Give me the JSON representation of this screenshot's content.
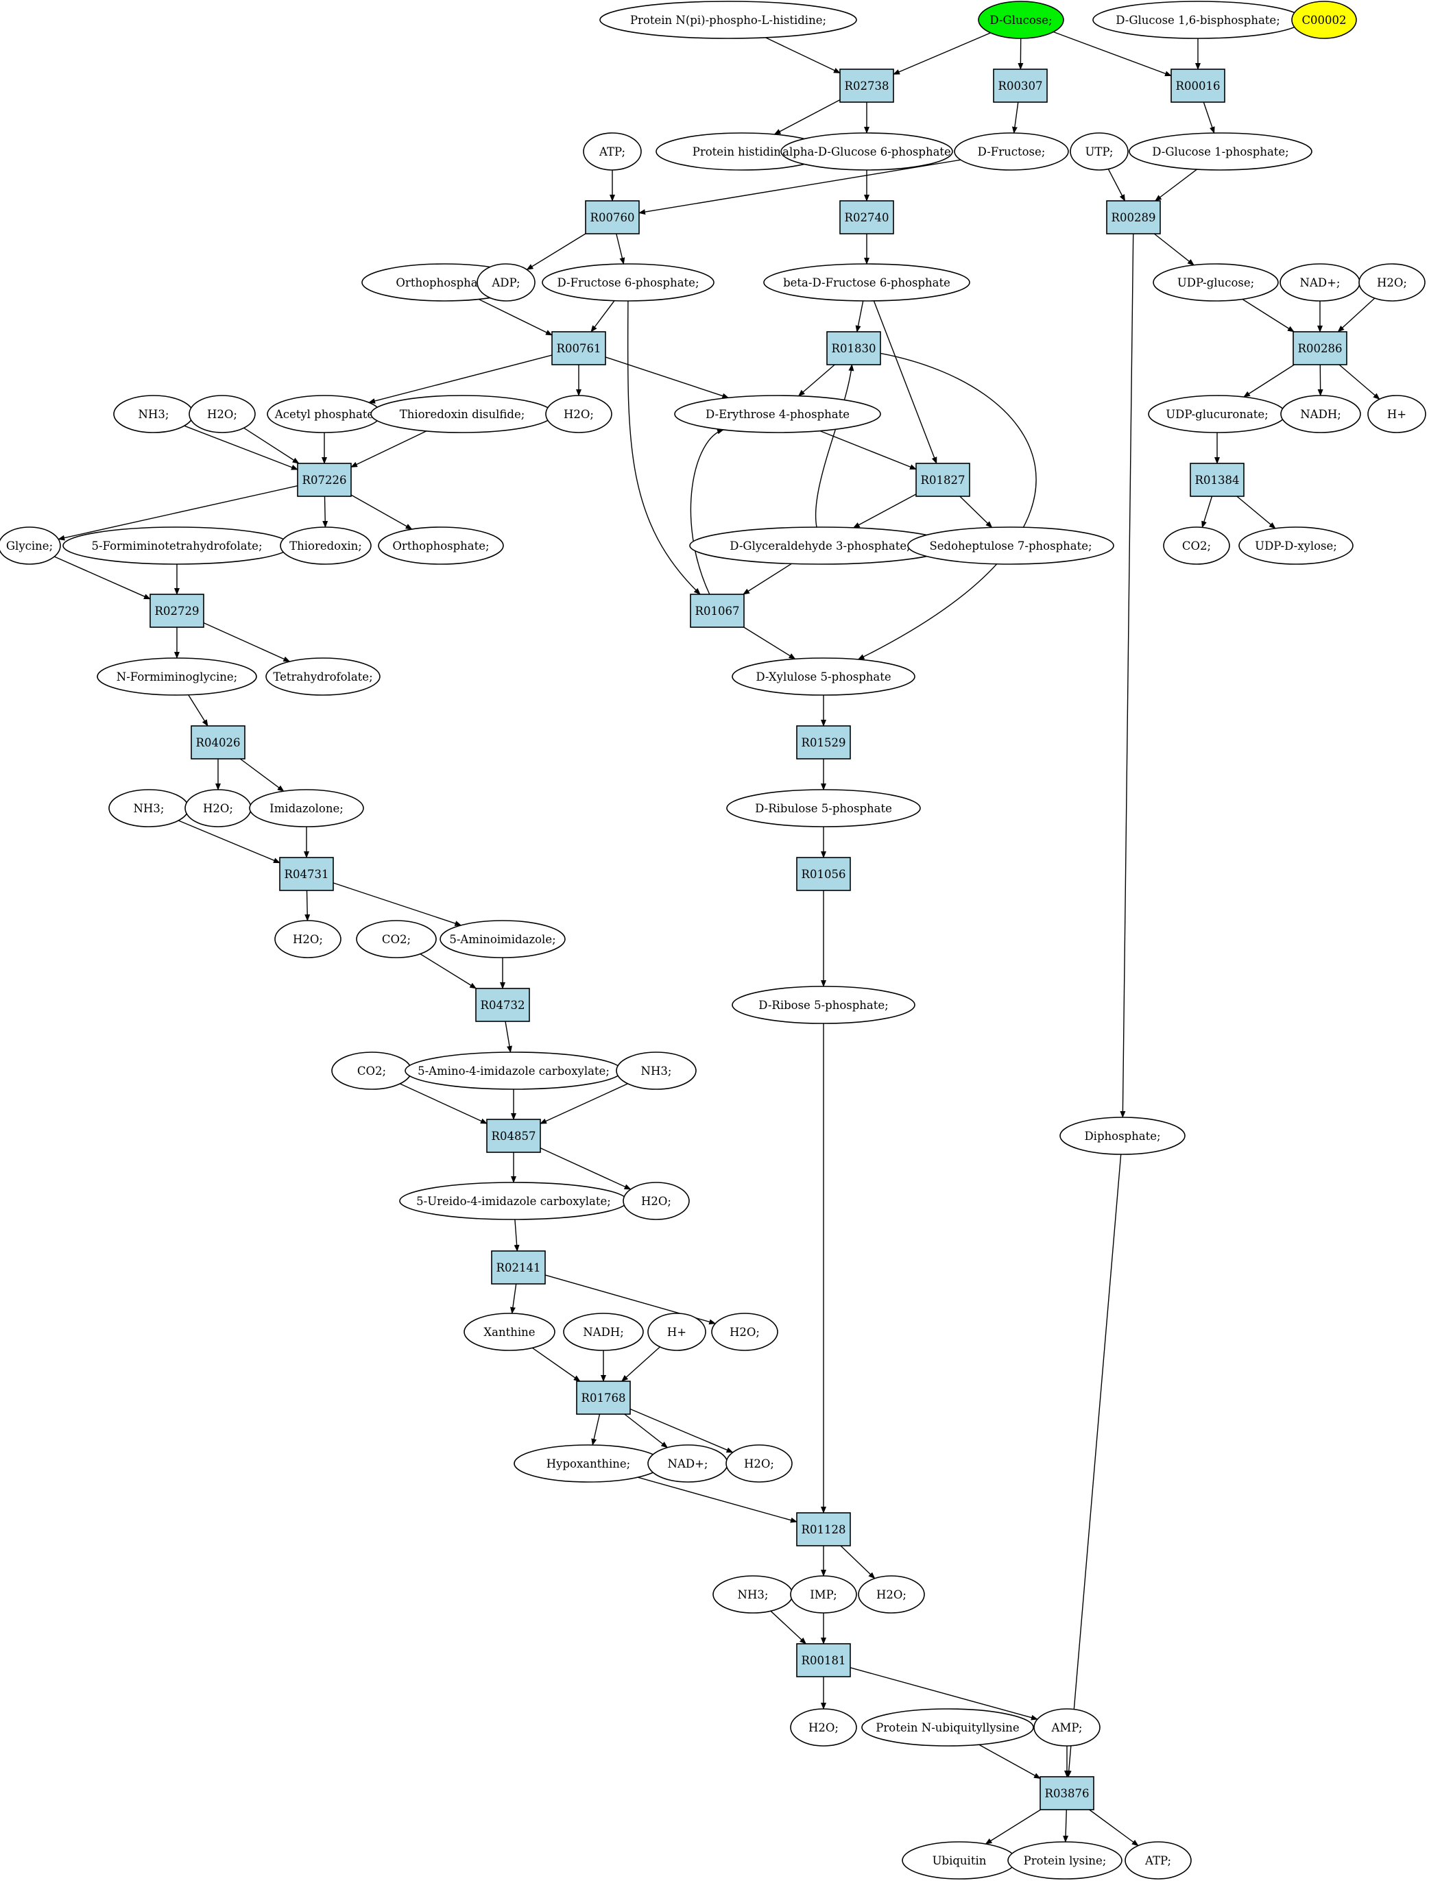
{
  "colors": {
    "root": "#00f000",
    "target": "#ffff00",
    "reaction": "#add8e6",
    "compound": "#ffffff"
  },
  "compounds": {
    "c1": "Protein N(pi)-phospho-L-histidine;",
    "c2": "D-Glucose;",
    "c3": "D-Glucose 1,6-bisphosphate;",
    "c4": "C00002",
    "c5": "ATP;",
    "c6": "Protein histidine;",
    "c7": "alpha-D-Glucose 6-phosphate",
    "c8": "D-Fructose;",
    "c9": "UTP;",
    "c10": "D-Glucose 1-phosphate;",
    "c11": "Orthophosphate;",
    "c12": "ADP;",
    "c13": "D-Fructose 6-phosphate;",
    "c14": "beta-D-Fructose 6-phosphate",
    "c15": "UDP-glucose;",
    "c16": "NAD+;",
    "c17": "H2O;",
    "c18": "NH3;",
    "c19": "H2O;",
    "c20": "Acetyl phosphate",
    "c21": "Thioredoxin disulfide;",
    "c22": "H2O;",
    "c23": "D-Erythrose 4-phosphate",
    "c24": "UDP-glucuronate;",
    "c25": "NADH;",
    "c26": "H+",
    "c27": "Glycine;",
    "c28": "5-Formiminotetrahydrofolate;",
    "c29": "Thioredoxin;",
    "c30": "Orthophosphate;",
    "c31": "D-Glyceraldehyde 3-phosphate;",
    "c32": "Sedoheptulose 7-phosphate;",
    "c33": "CO2;",
    "c34": "UDP-D-xylose;",
    "c35": "N-Formiminoglycine;",
    "c36": "Tetrahydrofolate;",
    "c37": "D-Xylulose 5-phosphate",
    "c38": "NH3;",
    "c39": "H2O;",
    "c40": "Imidazolone;",
    "c41": "D-Ribulose 5-phosphate",
    "c42": "H2O;",
    "c43": "CO2;",
    "c44": "5-Aminoimidazole;",
    "c45": "D-Ribose 5-phosphate;",
    "c46": "CO2;",
    "c47": "5-Amino-4-imidazole carboxylate;",
    "c48": "NH3;",
    "c49": "Diphosphate;",
    "c50": "5-Ureido-4-imidazole carboxylate;",
    "c51": "H2O;",
    "c52": "Xanthine",
    "c53": "NADH;",
    "c54": "H+",
    "c55": "H2O;",
    "c56": "Hypoxanthine;",
    "c57": "NAD+;",
    "c58": "H2O;",
    "c59": "NH3;",
    "c60": "IMP;",
    "c61": "H2O;",
    "c62": "H2O;",
    "c63": "Protein N-ubiquityllysine",
    "c64": "AMP;",
    "c65": "Ubiquitin",
    "c66": "Protein lysine;",
    "c67": "ATP;"
  },
  "reactions": {
    "r1": "R02738",
    "r2": "R00307",
    "r3": "R00016",
    "r4": "R00760",
    "r5": "R02740",
    "r6": "R00289",
    "r7": "R00761",
    "r8": "R01830",
    "r9": "R00286",
    "r10": "R07226",
    "r11": "R01827",
    "r12": "R01384",
    "r13": "R02729",
    "r14": "R01067",
    "r15": "R04026",
    "r16": "R01529",
    "r17": "R04731",
    "r18": "R01056",
    "r19": "R04732",
    "r20": "R04857",
    "r21": "R02141",
    "r22": "R01768",
    "r23": "R01128",
    "r24": "R00181",
    "r25": "R03876"
  }
}
